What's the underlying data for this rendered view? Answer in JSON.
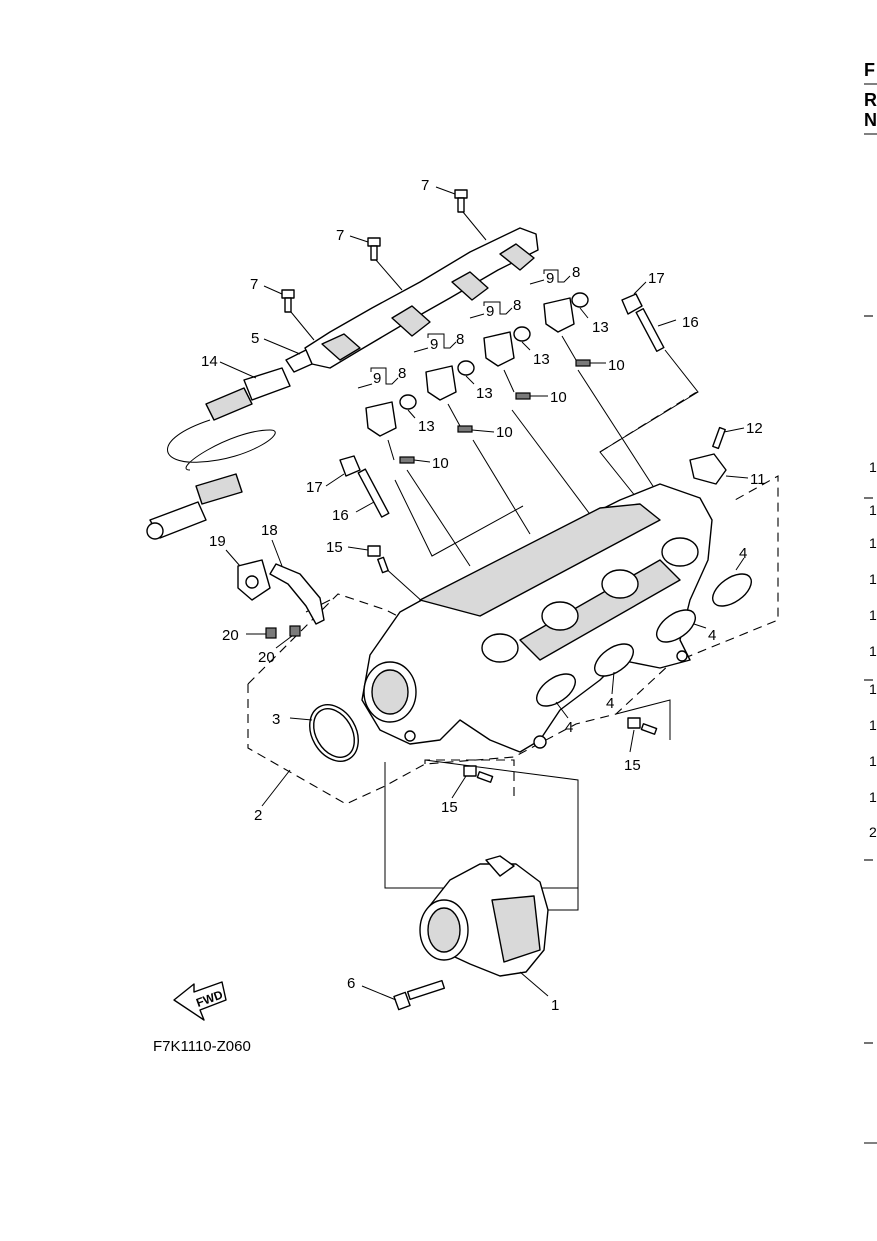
{
  "diagram": {
    "drawing_code": "F7K1110-Z060",
    "fwd_label": "FWD",
    "callouts": {
      "c1": "1",
      "c2": "2",
      "c3": "3",
      "c4a": "4",
      "c4b": "4",
      "c4c": "4",
      "c4d": "4",
      "c5": "5",
      "c6": "6",
      "c7a": "7",
      "c7b": "7",
      "c7c": "7",
      "c8a": "8",
      "c8b": "8",
      "c8c": "8",
      "c8d": "8",
      "c9a": "9",
      "c9b": "9",
      "c9c": "9",
      "c9d": "9",
      "c10a": "10",
      "c10b": "10",
      "c10c": "10",
      "c10d": "10",
      "c11": "11",
      "c12": "12",
      "c13a": "13",
      "c13b": "13",
      "c13c": "13",
      "c13d": "13",
      "c14": "14",
      "c15a": "15",
      "c15b": "15",
      "c15c": "15",
      "c16a": "16",
      "c16b": "16",
      "c17a": "17",
      "c17b": "17",
      "c18": "18",
      "c19": "19",
      "c20a": "20",
      "c20b": "20"
    }
  },
  "edge": {
    "f": "F",
    "r": "R",
    "n": "N",
    "tabs": [
      "1",
      "1",
      "1",
      "1",
      "1",
      "1",
      "1",
      "1",
      "1",
      "1",
      "2"
    ]
  }
}
